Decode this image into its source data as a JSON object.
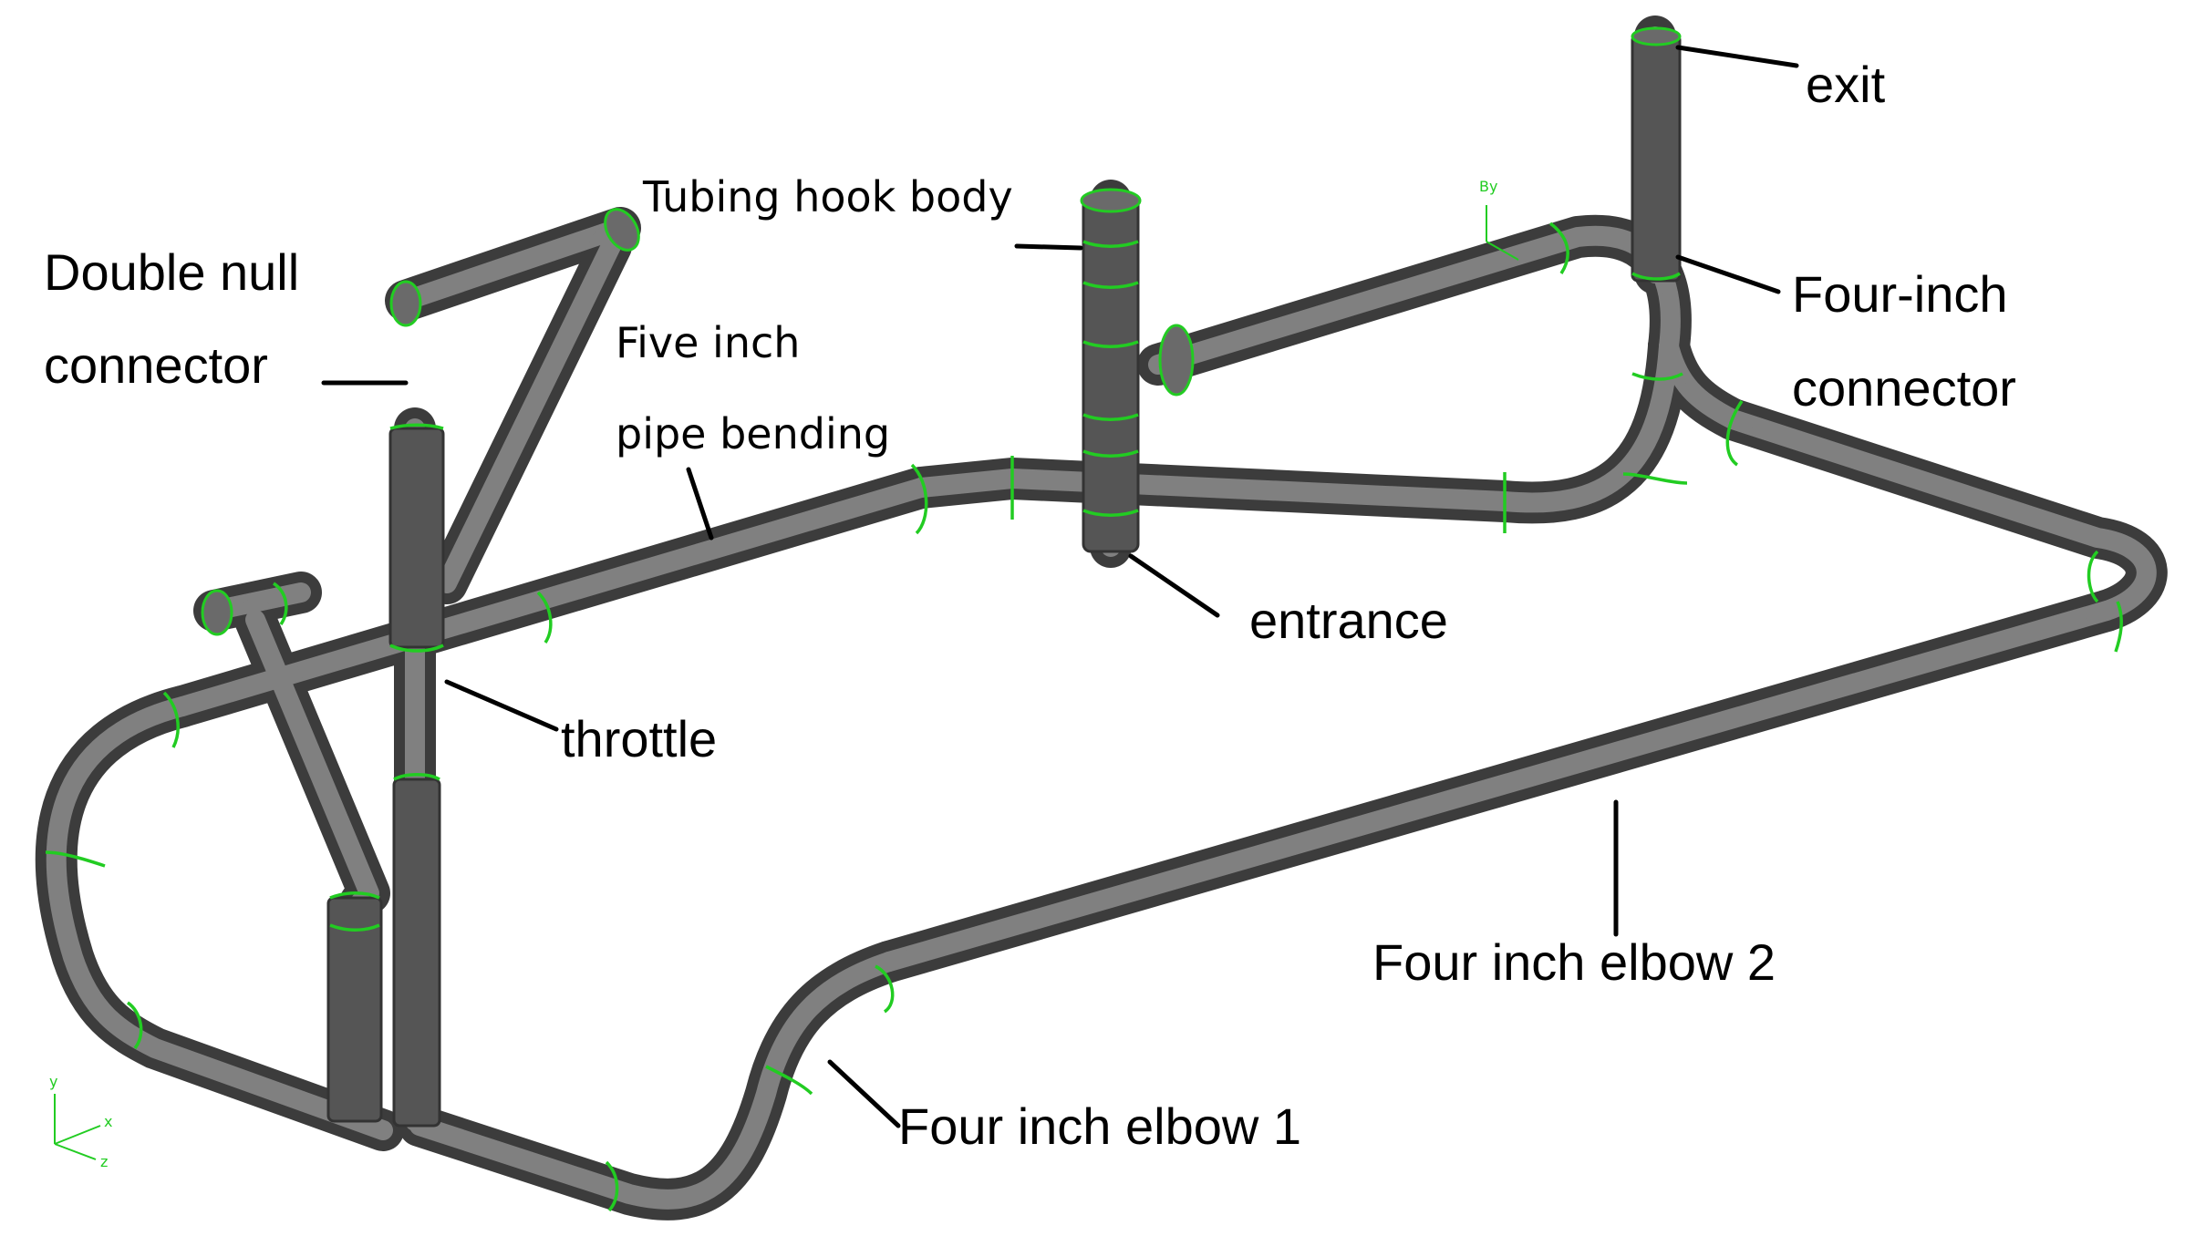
{
  "labels": {
    "exit": "exit",
    "tubing_hook_body": "Tubing hook body",
    "double_null_connector_line1": "Double null",
    "double_null_connector_line2": "connector",
    "four_inch_connector_line1": "Four-inch",
    "four_inch_connector_line2": "connector",
    "five_inch_pipe_bending_line1": "Five inch",
    "five_inch_pipe_bending_line2": "pipe bending",
    "entrance": "entrance",
    "throttle": "throttle",
    "four_inch_elbow_2": "Four inch elbow 2",
    "four_inch_elbow_1": "Four inch elbow 1"
  },
  "axis_triad": {
    "y": "y",
    "x": "x",
    "z": "z"
  },
  "colors": {
    "pipe_dark": "#3a3a3a",
    "pipe_mid": "#6e6e6e",
    "pipe_light": "#b8b8b8",
    "seam": "#22cc22",
    "leader": "#000000"
  }
}
